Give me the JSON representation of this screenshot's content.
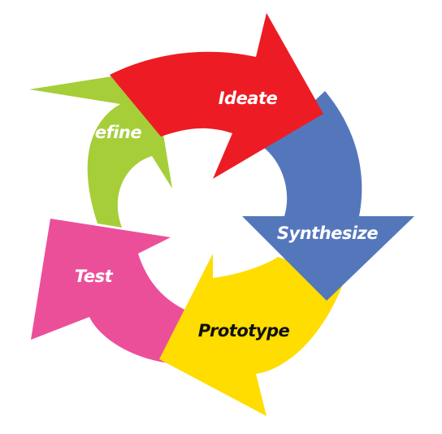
{
  "diagram": {
    "stages": [
      {
        "id": "ideate",
        "label": "Ideate",
        "color": "#ED1C24",
        "text_color": "#FFFFFF"
      },
      {
        "id": "synthesize",
        "label": "Synthesize",
        "color": "#5477BC",
        "text_color": "#FFFFFF"
      },
      {
        "id": "prototype",
        "label": "Prototype",
        "color": "#FFDD00",
        "text_color": "#111111"
      },
      {
        "id": "test",
        "label": "Test",
        "color": "#EC4F9A",
        "text_color": "#FFFFFF"
      },
      {
        "id": "define",
        "label": "Define",
        "color": "#A6CE39",
        "text_color": "#FFFFFF"
      }
    ],
    "background": "#FFFFFF"
  }
}
